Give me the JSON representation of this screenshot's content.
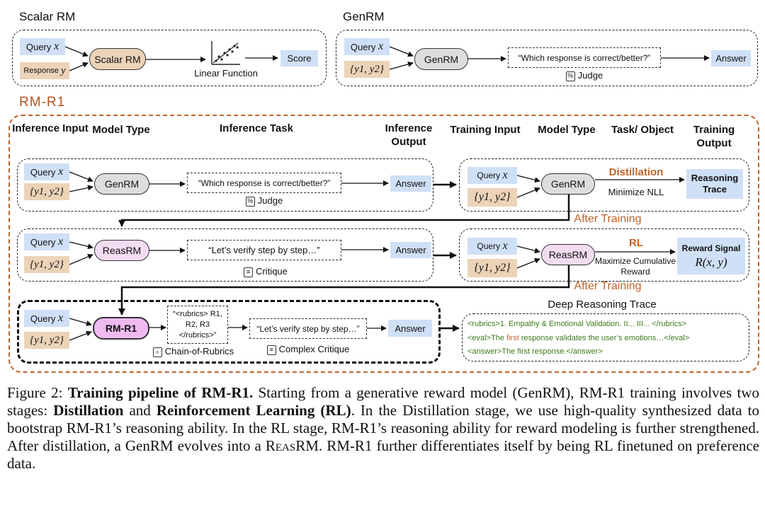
{
  "scalar": {
    "title": "Scalar RM",
    "query": "Query",
    "query_var": "x",
    "response": "Response",
    "response_var": "y",
    "model": "Scalar RM",
    "function": "Linear Function",
    "output": "Score"
  },
  "genrm": {
    "title": "GenRM",
    "query": "Query",
    "query_var": "x",
    "pair": "{y1, y2}",
    "model": "GenRM",
    "task": "“Which response is correct/better?”",
    "icon_label": "Judge",
    "output": "Answer"
  },
  "rmr1": {
    "title": "RM-R1",
    "headers": {
      "inf_input": "Inference Input",
      "model_type": "Model Type",
      "inf_task": "Inference Task",
      "inf_output": "Inference Output",
      "train_input": "Training Input",
      "model_type2": "Model Type",
      "task_obj": "Task/ Object",
      "train_output": "Training Output"
    },
    "row1": {
      "query": "Query",
      "query_var": "x",
      "pair": "{y1, y2}",
      "model": "GenRM",
      "task": "“Which response is correct/better?”",
      "icon_label": "Judge",
      "output": "Answer",
      "t_query": "Query",
      "t_query_var": "x",
      "t_pair": "{y1, y2}",
      "t_model": "GenRM",
      "stage": "Distillation",
      "objective": "Minimize NLL",
      "t_output": "Reasoning Trace"
    },
    "after1": "After Training",
    "row2": {
      "query": "Query",
      "query_var": "x",
      "pair": "{y1, y2}",
      "model": "ReasRM",
      "task": "“Let’s verify step by step…”",
      "icon_label": "Critique",
      "output": "Answer",
      "t_query": "Query",
      "t_query_var": "x",
      "t_pair": "{y1, y2}",
      "t_model": "ReasRM",
      "stage": "RL",
      "objective": "Maximize Cumulative Reward",
      "t_output": "Reward Signal",
      "t_output_math": "R(x, y)"
    },
    "after2": "After Training",
    "row3": {
      "query": "Query",
      "query_var": "x",
      "pair": "{y1, y2}",
      "model": "RM-R1",
      "rubrics": "“<rubrics> R1, R2, R3 </rubrics>”",
      "rubrics_label": "Chain-of-Rubrics",
      "task": "“Let’s verify step by step…”",
      "icon_label": "Complex Critique",
      "output": "Answer"
    },
    "trace": {
      "title": "Deep Reasoning Trace",
      "line1": "<rubrics>1. Empathy & Emotional Validation.  II...  III... </rubrics>",
      "line2a": "<eval>The ",
      "line2b": "first",
      "line2c": " response validates the user’s emotions…</eval>",
      "line3": "<answer>The first response.</answer>"
    }
  },
  "caption": {
    "fig": "Figure 2: ",
    "bold_title": "Training pipeline of RM-R1.",
    "t1": " Starting from a generative reward model (GenRM), RM-R1 training involves two stages: ",
    "b1": "Distillation",
    "t2": " and ",
    "b2": "Reinforcement Learning (RL)",
    "t3": ". In the Distillation stage, we use high-quality synthesized data to bootstrap RM-R1’s reasoning ability. In the RL stage, RM-R1’s reasoning ability for reward modeling is further strengthened. After distillation, a GenRM evolves into a ",
    "sc": "ReasRM",
    "t4": ". RM-R1 further differentiates itself by being RL finetuned on preference data."
  },
  "colors": {
    "blue": "#cfe0f6",
    "tan": "#ecd3b8",
    "gray": "#dcdedc",
    "pink": "#f2dcf2",
    "magenta": "#eebaf0",
    "orange": "#c0632a",
    "green": "#3b7a1a"
  },
  "icons": [
    "scatter-plot-icon",
    "judge-icon",
    "critique-icon",
    "rubrics-search-icon"
  ]
}
